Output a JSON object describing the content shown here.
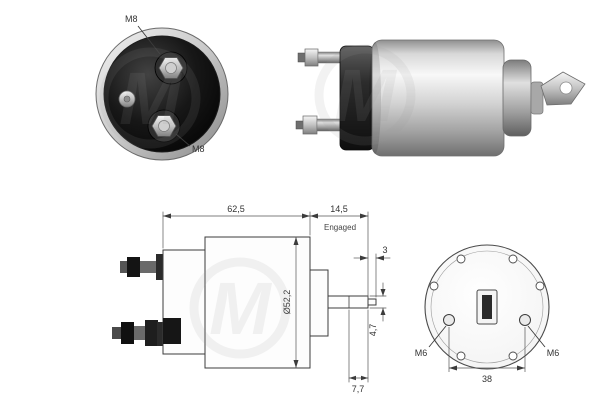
{
  "front_view": {
    "label_top": "M8",
    "label_bottom": "M8"
  },
  "side_view": {
    "dim_length": "62,5",
    "dim_travel": "14,5",
    "engaged": "Engaged",
    "dim_pin_len": "3",
    "dim_diameter": "Ø52,2",
    "dim_pin_dia": "4,7",
    "dim_offset": "7,7"
  },
  "rear_view": {
    "label_left": "M6",
    "label_right": "M6",
    "dim_spacing": "38"
  },
  "watermark": {
    "letter": "M"
  },
  "colors": {
    "line": "#3c3c3c",
    "text": "#333333",
    "background": "#ffffff"
  }
}
